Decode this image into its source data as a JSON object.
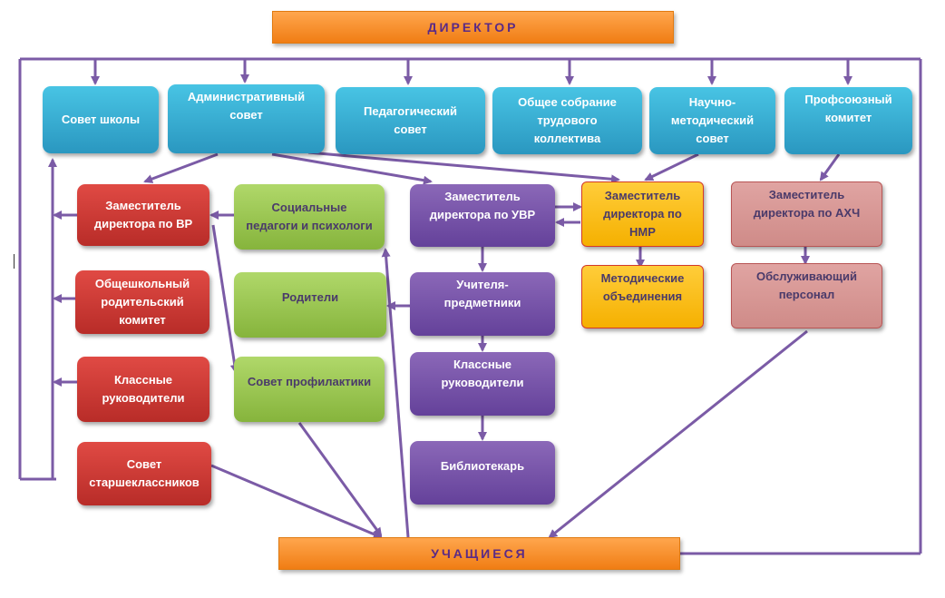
{
  "director": "ДИРЕКТОР",
  "students": "УЧАЩИЕСЯ",
  "councils": {
    "school_council": "Совет школы",
    "admin_council": "Административный\nсовет",
    "ped_council": "Педагогический\nсовет",
    "general_meeting": "Общее собрание\nтрудового\nколлектива",
    "method_council": "Научно-\nметодический\nсовет",
    "trade_union": "Профсоюзный\nкомитет"
  },
  "vr_branch": {
    "deputy_vr": "Заместитель\nдиректора по ВР",
    "parent_committee": "Общешкольный\nродительский\nкомитет",
    "class_teachers": "Классные\nруководители",
    "senior_council": "Совет\nстаршеклассников"
  },
  "green_branch": {
    "social_ped": "Социальные\nпедагоги и психологи",
    "parents": "Родители",
    "prevention_council": "Совет профилактики"
  },
  "uvr_branch": {
    "deputy_uvr": "Заместитель\nдиректора по УВР",
    "subject_teachers": "Учителя-\nпредметники",
    "class_teachers": "Классные\nруководители",
    "librarian": "Библиотекарь"
  },
  "nmr_branch": {
    "deputy_nmr": "Заместитель\nдиректора по\nНМР",
    "method_unions": "Методические\nобъединения"
  },
  "ahch_branch": {
    "deputy_ahch": "Заместитель\nдиректора по АХЧ",
    "service_staff": "Обслуживающий\nперсонал"
  },
  "colors": {
    "arrow": "#7b5ba6",
    "orange": "#f07d14",
    "blue": "#2a97c0",
    "red": "#b82c28",
    "green": "#86b43c",
    "purple": "#64419a",
    "yellow": "#f5b000",
    "pink": "#cf8b88"
  }
}
